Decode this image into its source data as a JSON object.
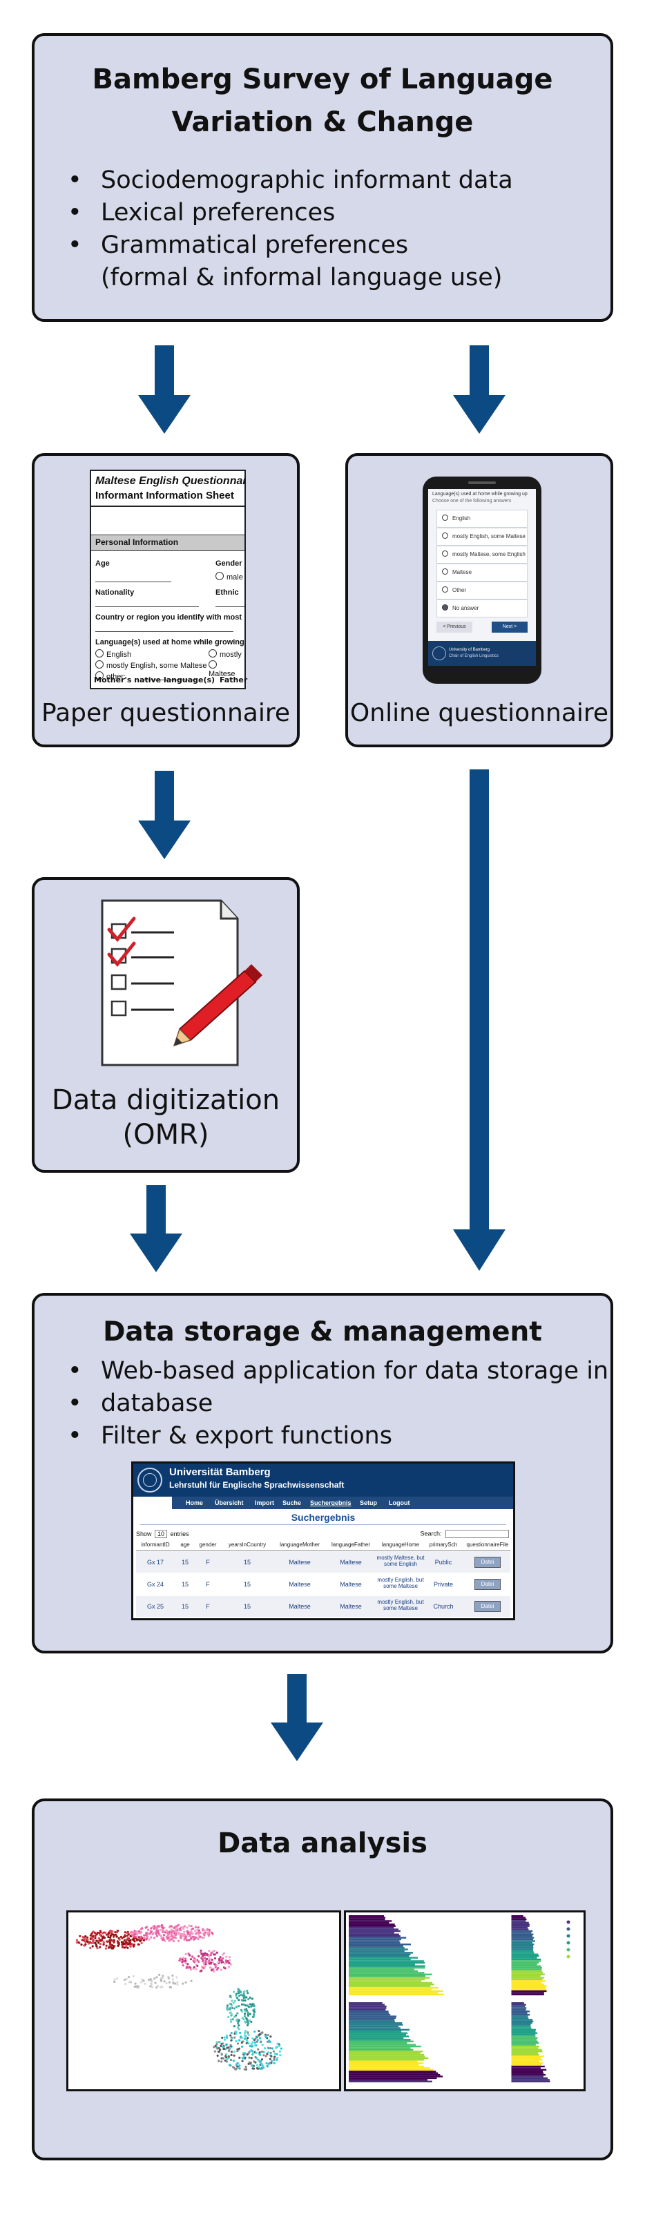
{
  "top": {
    "title_line1": "Bamberg Survey of Language",
    "title_line2": "Variation & Change",
    "bullets": [
      "Sociodemographic informant data",
      "Lexical preferences",
      "Grammatical preferences",
      "(formal & informal language use)"
    ]
  },
  "paper": {
    "caption": "Paper questionnaire",
    "form_title": "Maltese English Questionnaire",
    "form_subtitle": "Informant Information Sheet",
    "section": "Personal Information",
    "age": "Age",
    "gender": "Gender",
    "male": "male",
    "nationality": "Nationality",
    "ethnic": "Ethnic",
    "country": "Country or region you identify with most",
    "language_home": "Language(s) used at home while growing up",
    "opt_english": "English",
    "opt_mostly_en": "mostly English, some Maltese",
    "opt_other": "other:",
    "opt_most": "mostly",
    "opt_maltese": "Maltese",
    "mother": "Mother's native language(s)",
    "father": "Father"
  },
  "online": {
    "caption": "Online questionnaire",
    "prompt": "Language(s) used at home while growing up",
    "prompt2": "Choose one of the following answers",
    "options": [
      "English",
      "mostly English, some Maltese",
      "mostly Maltese, some English",
      "Maltese",
      "Other",
      "No answer"
    ],
    "prev": "< Previous",
    "next": "Next >",
    "footer1": "University of Bamberg",
    "footer2": "Chair of English Linguistics"
  },
  "digitization": {
    "line1": "Data digitization",
    "line2": "(OMR)"
  },
  "storage": {
    "title": "Data storage & management",
    "bullets": [
      "Web-based application for data storage in",
      "database",
      "Filter & export functions"
    ],
    "app": {
      "university": "Universität Bamberg",
      "chair": "Lehrstuhl für Englische Sprachwissenschaft",
      "nav": [
        "Home",
        "Übersicht",
        "Import",
        "Suche",
        "Suchergebnis",
        "Setup",
        "Logout"
      ],
      "heading": "Suchergebnis",
      "show": "Show",
      "show_value": "10",
      "entries": "entries",
      "search": "Search:",
      "columns": [
        "informantID",
        "age",
        "gender",
        "yearsInCountry",
        "languageMother",
        "languageFather",
        "languageHome",
        "primarySch",
        "questionnaireFile"
      ],
      "rows": [
        [
          "Gx 17",
          "15",
          "F",
          "15",
          "Maltese",
          "Maltese",
          "mostly Maltese, but some English",
          "Public",
          "Datei"
        ],
        [
          "Gx 24",
          "15",
          "F",
          "15",
          "Maltese",
          "Maltese",
          "mostly English, but some Maltese",
          "Private",
          "Datei"
        ],
        [
          "Gx 25",
          "15",
          "F",
          "15",
          "Maltese",
          "Maltese",
          "mostly English, but some Maltese",
          "Church",
          "Datei"
        ]
      ]
    }
  },
  "analysis": {
    "title": "Data analysis"
  },
  "colors": {
    "box_fill": "#d5d9e9",
    "arrow": "#0b4a82",
    "app_header": "#0d3a6e",
    "border": "#111111"
  }
}
